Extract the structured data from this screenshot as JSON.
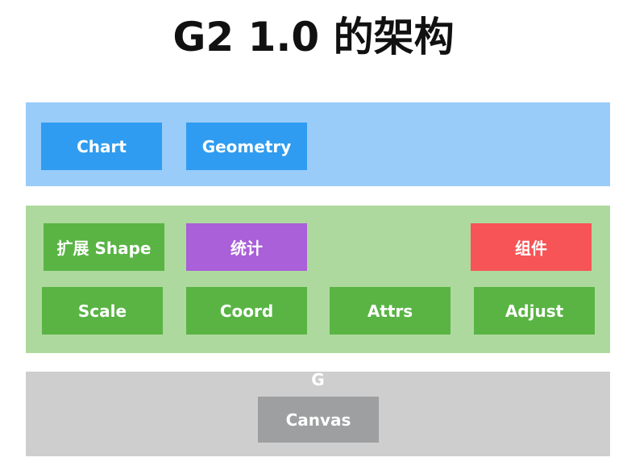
{
  "title": "G2 1.0 的架构",
  "layers": {
    "top": {
      "color": "#99ccf9",
      "boxes": {
        "chart": "Chart",
        "geometry": "Geometry"
      }
    },
    "middle": {
      "color": "#aed99e",
      "boxes": {
        "shape": "扩展 Shape",
        "stat": "统计",
        "component": "组件",
        "scale": "Scale",
        "coord": "Coord",
        "attrs": "Attrs",
        "adjust": "Adjust"
      }
    },
    "bottom": {
      "color": "#cecece",
      "label": "G",
      "boxes": {
        "canvas": "Canvas"
      }
    }
  },
  "colors": {
    "blue_box": "#2f9cf1",
    "green_box": "#59b444",
    "purple_box": "#a960d8",
    "red_box": "#f65456",
    "gray_box": "#9d9fa0"
  }
}
